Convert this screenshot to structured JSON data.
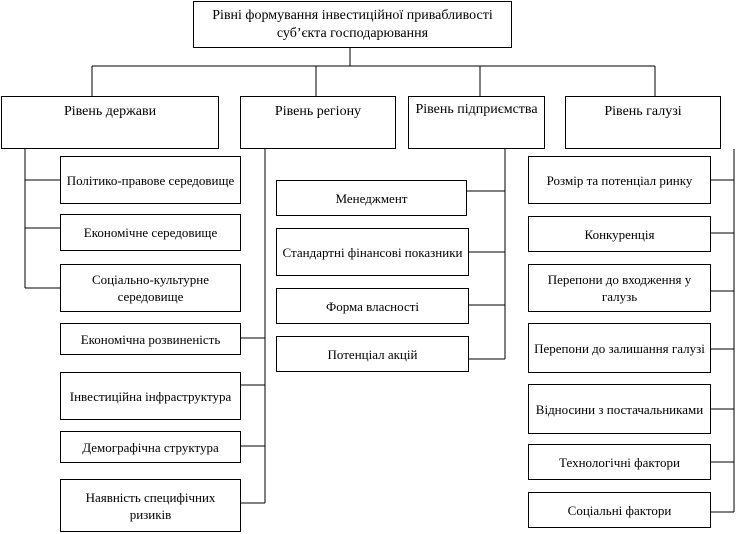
{
  "title": "Рівні формування інвестиційної привабливості суб’єкта господарювання",
  "levels": {
    "state": "Рівень держави",
    "region": "Рівень регіону",
    "enterprise": "Рівень підприємства",
    "industry": "Рівень галузі"
  },
  "state_factors": [
    "Політико-правове середовище",
    "Економічне середовище",
    "Соціально-культурне середовище"
  ],
  "region_factors": [
    "Економічна розвиненість",
    "Інвестиційна інфраструктура",
    "Демографічна структура",
    "Наявність специфічних ризиків"
  ],
  "enterprise_factors": [
    "Менеджмент",
    "Стандартні фінансові показники",
    "Форма власності",
    "Потенціал акцій"
  ],
  "industry_factors": [
    "Розмір та потенціал ринку",
    "Конкуренція",
    "Перепони до входження у галузь",
    "Перепони до залишання галузі",
    "Відносини з постачальниками",
    "Технологічні фактори",
    "Соціальні фактори"
  ]
}
